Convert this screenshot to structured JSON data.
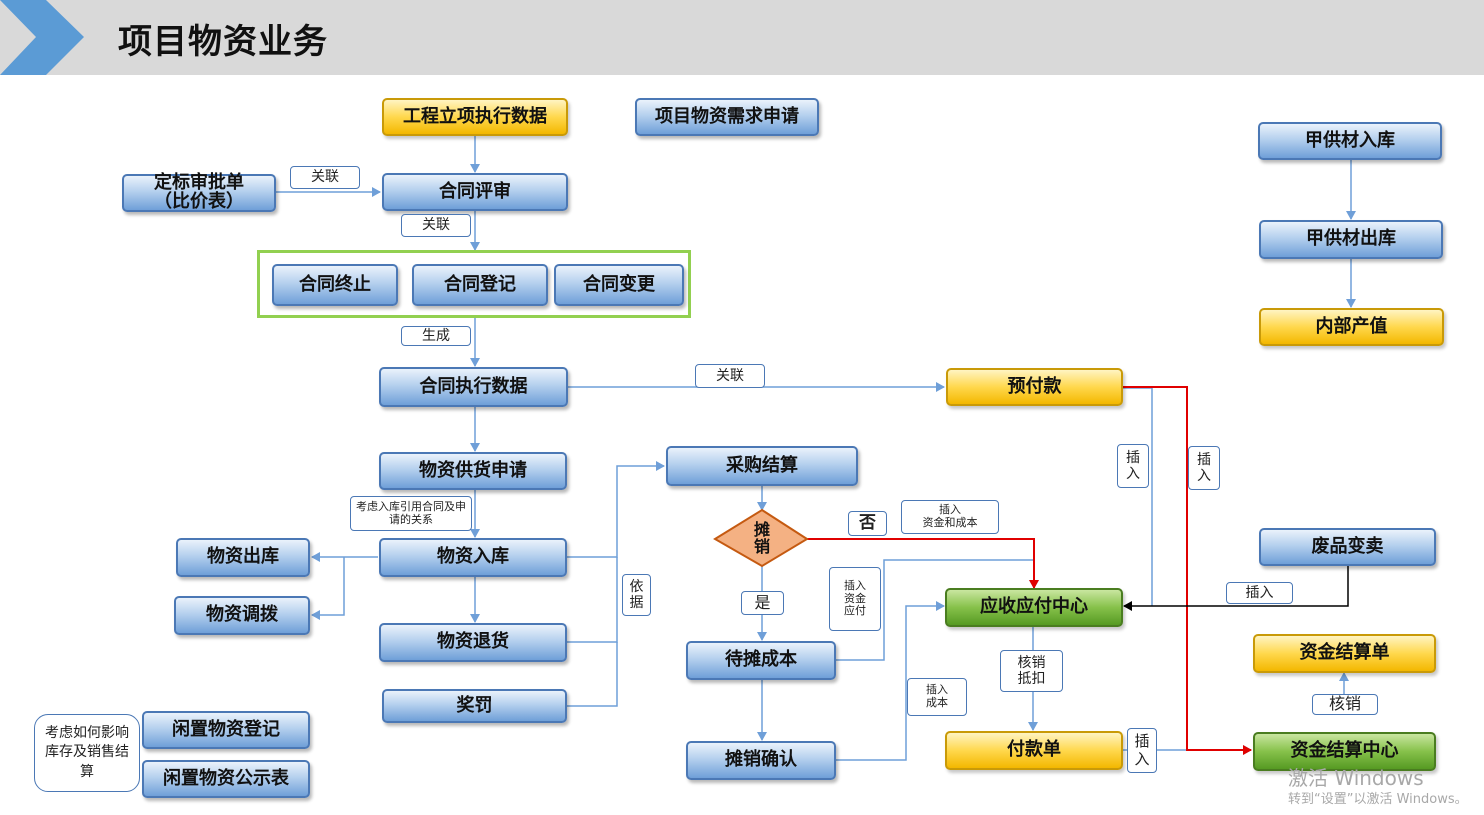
{
  "header": {
    "title": "项目物资业务"
  },
  "nodes": {
    "project_exec_data": "工程立项执行数据",
    "material_demand": "项目物资需求申请",
    "bid_approval": "定标审批单\n（比价表）",
    "contract_review": "合同评审",
    "contract_terminate": "合同终止",
    "contract_register": "合同登记",
    "contract_change": "合同变更",
    "contract_exec_data": "合同执行数据",
    "prepayment": "预付款",
    "supply_request": "物资供货申请",
    "purchase_settle": "采购结算",
    "amortize": "摊\n销",
    "stock_out": "物资出库",
    "stock_in": "物资入库",
    "transfer": "物资调拨",
    "return": "物资退货",
    "reward_penalty": "奖罚",
    "idle_register": "闲置物资登记",
    "idle_publish": "闲置物资公示表",
    "pending_cost": "待摊成本",
    "amortize_confirm": "摊销确认",
    "ar_ap_center": "应收应付中心",
    "payment_order": "付款单",
    "scrap_sale": "废品变卖",
    "fund_settle_doc": "资金结算单",
    "fund_settle_center": "资金结算中心",
    "owner_supply_in": "甲供材入库",
    "owner_supply_out": "甲供材出库",
    "internal_output": "内部产值"
  },
  "labels": {
    "link1": "关联",
    "link2": "关联",
    "generate": "生成",
    "link3": "关联",
    "stockin_note": "考虑入库引用合同及申请的关系",
    "basis": "依据",
    "no": "否",
    "insert_fund_cost": "插入\n资金和成本",
    "yes": "是",
    "insert_fund_payable": "插入\n资金\n应付",
    "insert_cost": "插入\n成本",
    "verify_deduct": "核销\n抵扣",
    "insert_v1": "插入",
    "insert_v2": "插入",
    "insert_h": "插入",
    "insert_v3": "插入",
    "verify": "核销",
    "idle_note": "考虑如何影响库存及销售结算"
  },
  "watermark": {
    "line1": "激活 Windows",
    "line2": "转到“设置”以激活 Windows。"
  },
  "colors": {
    "header_bg": "#d9d9d9",
    "chevron": "#5b9bd5",
    "group_border": "#92d050",
    "red_line": "#e00000",
    "blue_line": "#6f9fd8"
  }
}
